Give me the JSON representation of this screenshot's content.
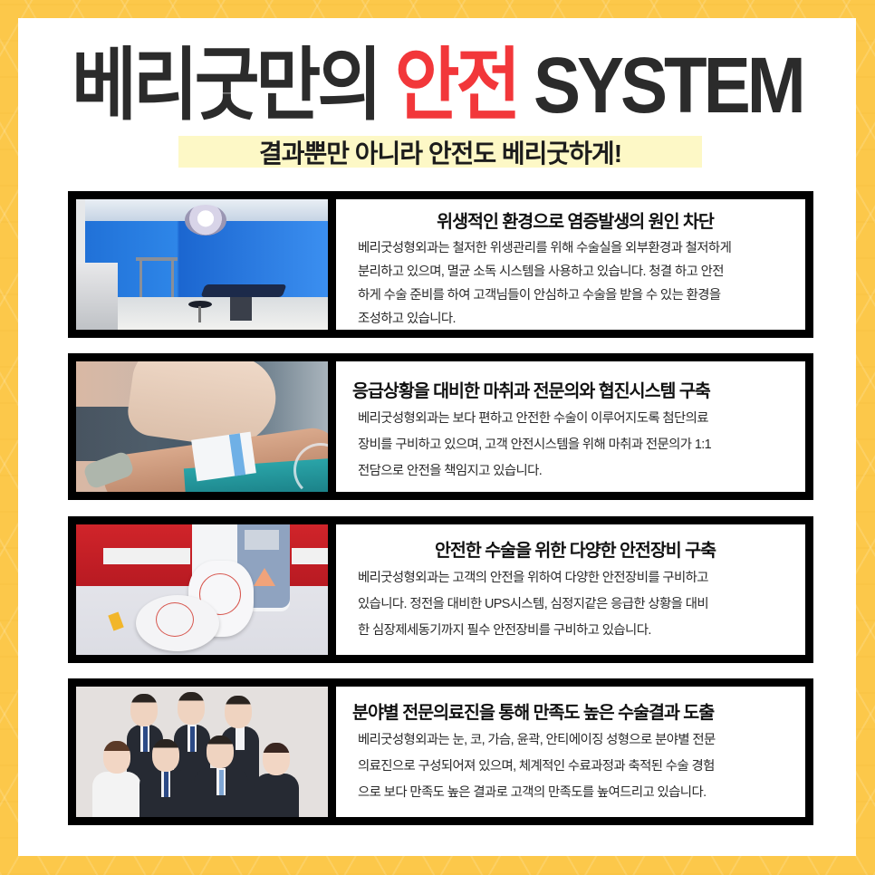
{
  "header": {
    "title_prefix": "베리굿만의 ",
    "title_accent": "안전",
    "title_suffix": " SYSTEM",
    "subtitle": "결과뿐만 아니라 안전도 베리굿하게!"
  },
  "colors": {
    "background": "#fcc84a",
    "panel": "#ffffff",
    "accent": "#f2373a",
    "title_text": "#2b2b2b",
    "subtitle_highlight": "#fdf8c6",
    "card_border": "#000000"
  },
  "cards": [
    {
      "image": "operating-room-photo",
      "title": "위생적인 환경으로 염증발생의 원인 차단",
      "lines": [
        "베리굿성형외과는 철저한 위생관리를 위해 수술실을 외부환경과 철저하게",
        "분리하고 있으며,  멸균 소독 시스템을 사용하고 있습니다.  청결 하고  안전",
        "하게 수술 준비를 하여  고객님들이  안심하고  수술을 받을 수 있는 환경을",
        "조성하고 있습니다."
      ]
    },
    {
      "image": "iv-hand-photo",
      "title": "응급상황을 대비한 마취과 전문의와 협진시스템 구축",
      "lines": [
        "베리굿성형외과는 보다 편하고 안전한 수술이 이루어지도록 첨단의료",
        "장비를 구비하고 있으며, 고객 안전시스템을 위해 마취과 전문의가 1:1",
        "전담으로 안전을 책임지고 있습니다."
      ]
    },
    {
      "image": "aed-defibrillator-photo",
      "title": "안전한 수술을 위한 다양한 안전장비 구축",
      "lines": [
        "베리굿성형외과는 고객의 안전을 위하여 다양한 안전장비를 구비하고",
        "있습니다. 정전을 대비한 UPS시스템, 심정지같은 응급한 상황을 대비",
        "한 심장제세동기까지 필수 안전장비를 구비하고 있습니다."
      ]
    },
    {
      "image": "medical-staff-group-photo",
      "title": "분야별 전문의료진을 통해 만족도 높은 수술결과 도출",
      "lines": [
        "베리굿성형외과는 눈, 코, 가슴, 윤곽, 안티에이징 성형으로 분야별 전문",
        "의료진으로 구성되어져 있으며, 체계적인 수료과정과  축적된 수술 경험",
        "으로 보다 만족도 높은 결과로 고객의  만족도를 높여드리고 있습니다."
      ]
    }
  ]
}
